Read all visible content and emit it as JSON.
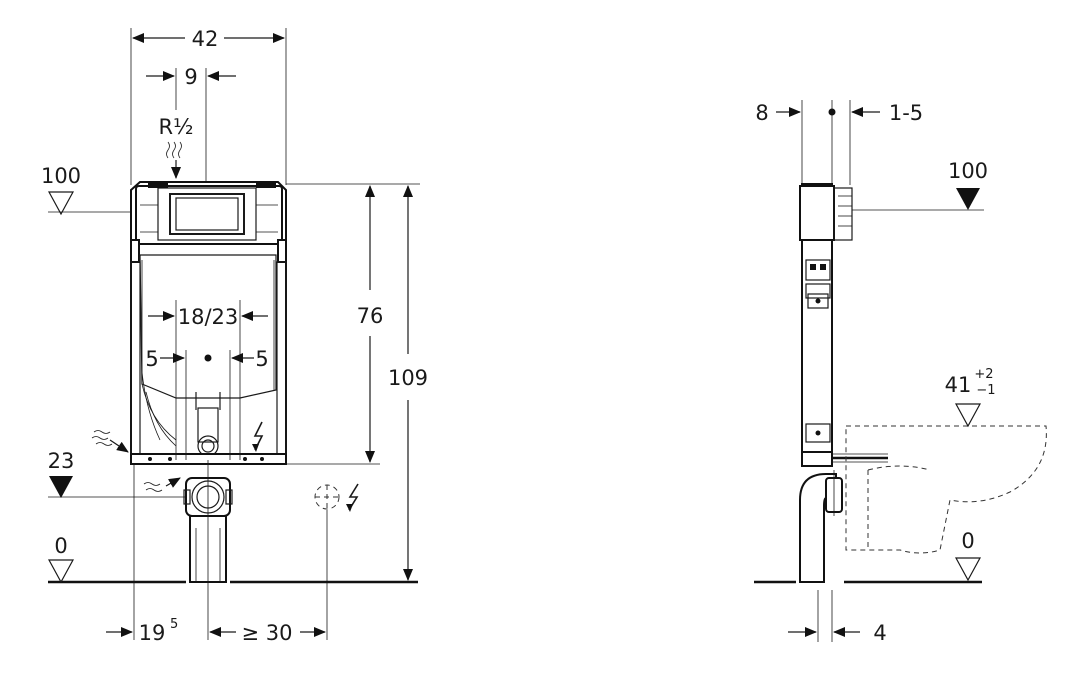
{
  "front_view": {
    "width": "42",
    "offset_top": "9",
    "supply": "R½",
    "level_top": "100",
    "frame_height": "76",
    "total_height": "109",
    "spacing": "18/23",
    "offset_left": "5",
    "offset_right": "5",
    "level_drain": "23",
    "level_floor": "0",
    "drain_offset": "19",
    "drain_offset_sup": "5",
    "socket_distance": "≥ 30"
  },
  "side_view": {
    "depth": "8",
    "wall_gap": "1-5",
    "level_top": "100",
    "bowl_height": "41",
    "bowl_height_plus": "+2",
    "bowl_height_minus": "−1",
    "level_floor": "0",
    "pipe_offset": "4"
  }
}
